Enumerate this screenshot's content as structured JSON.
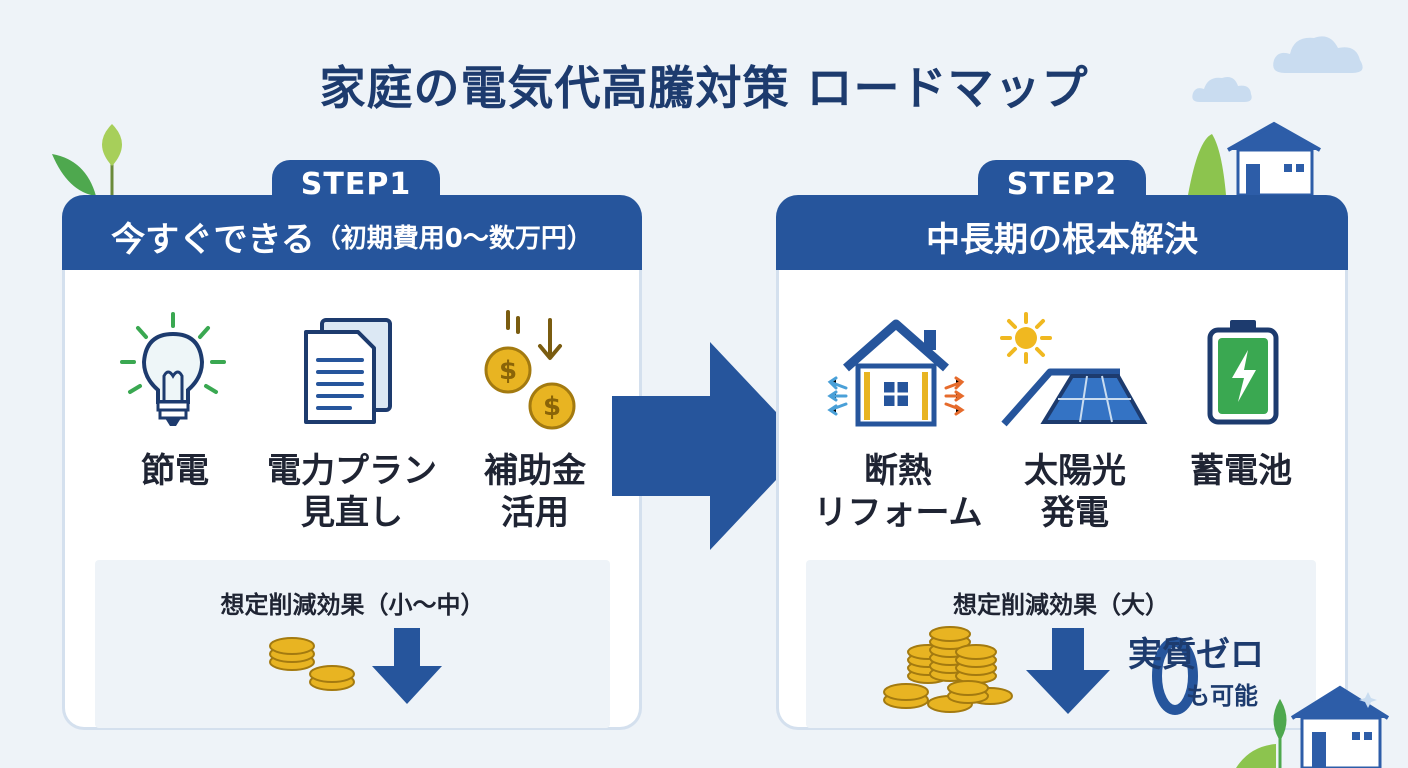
{
  "title": "家庭の電気代高騰対策 ロードマップ",
  "step1": {
    "tab": "STEP1",
    "header_main": "今すぐできる",
    "header_sub": "（初期費用0〜数万円）",
    "items": [
      {
        "label_line1": "節電",
        "label_line2": "",
        "icon": "lightbulb-icon"
      },
      {
        "label_line1": "電力プラン",
        "label_line2": "見直し",
        "icon": "document-icon"
      },
      {
        "label_line1": "補助金",
        "label_line2": "活用",
        "icon": "coins-icon"
      }
    ],
    "effect_label": "想定削減効果（小〜中）"
  },
  "step2": {
    "tab": "STEP2",
    "header_main": "中長期の根本解決",
    "items": [
      {
        "label_line1": "断熱",
        "label_line2": "リフォーム",
        "icon": "insulated-house-icon"
      },
      {
        "label_line1": "太陽光",
        "label_line2": "発電",
        "icon": "solar-panel-icon"
      },
      {
        "label_line1": "蓄電池",
        "label_line2": "",
        "icon": "battery-icon"
      }
    ],
    "effect_label": "想定削減効果（大）",
    "zero_main": "実質ゼロ",
    "zero_sub": "も可能"
  },
  "colors": {
    "primary": "#26559c",
    "title": "#1d3b6e",
    "gold": "#e8b422",
    "green": "#3aa851",
    "background": "#eef3f8"
  }
}
